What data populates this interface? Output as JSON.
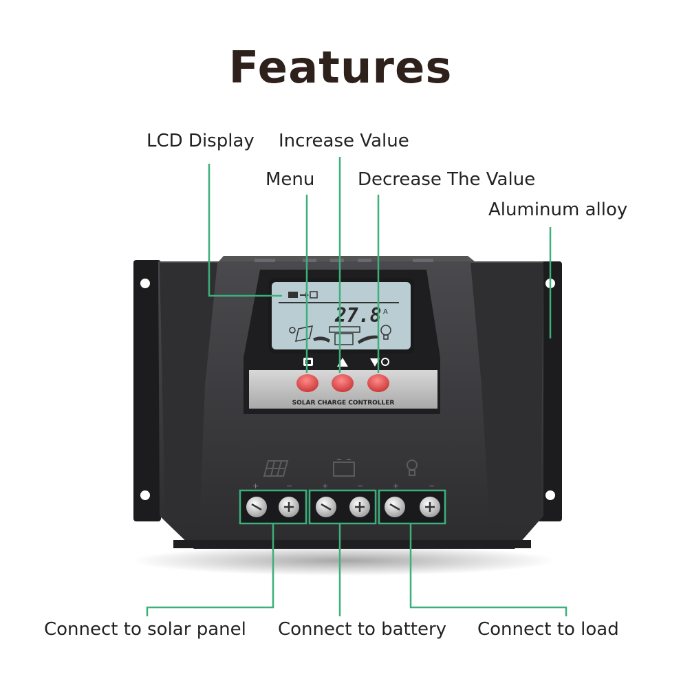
{
  "title": "Features",
  "labels": {
    "lcd_display": "LCD Display",
    "increase_value": "Increase Value",
    "menu": "Menu",
    "decrease_value": "Decrease The Value",
    "aluminum_alloy": "Aluminum alloy",
    "connect_solar": "Connect to solar panel",
    "connect_battery": "Connect to battery",
    "connect_load": "Connect to load"
  },
  "device": {
    "lcd_reading": "27.8",
    "lcd_unit": "A",
    "panel_label": "SOLAR CHARGE CONTROLLER",
    "terminal_plus": "+",
    "terminal_minus": "−"
  },
  "colors": {
    "callout_line": "#3cb07a",
    "body": "#3a3a3d",
    "button": "#e04848",
    "lcd": "#b9cdd3"
  }
}
